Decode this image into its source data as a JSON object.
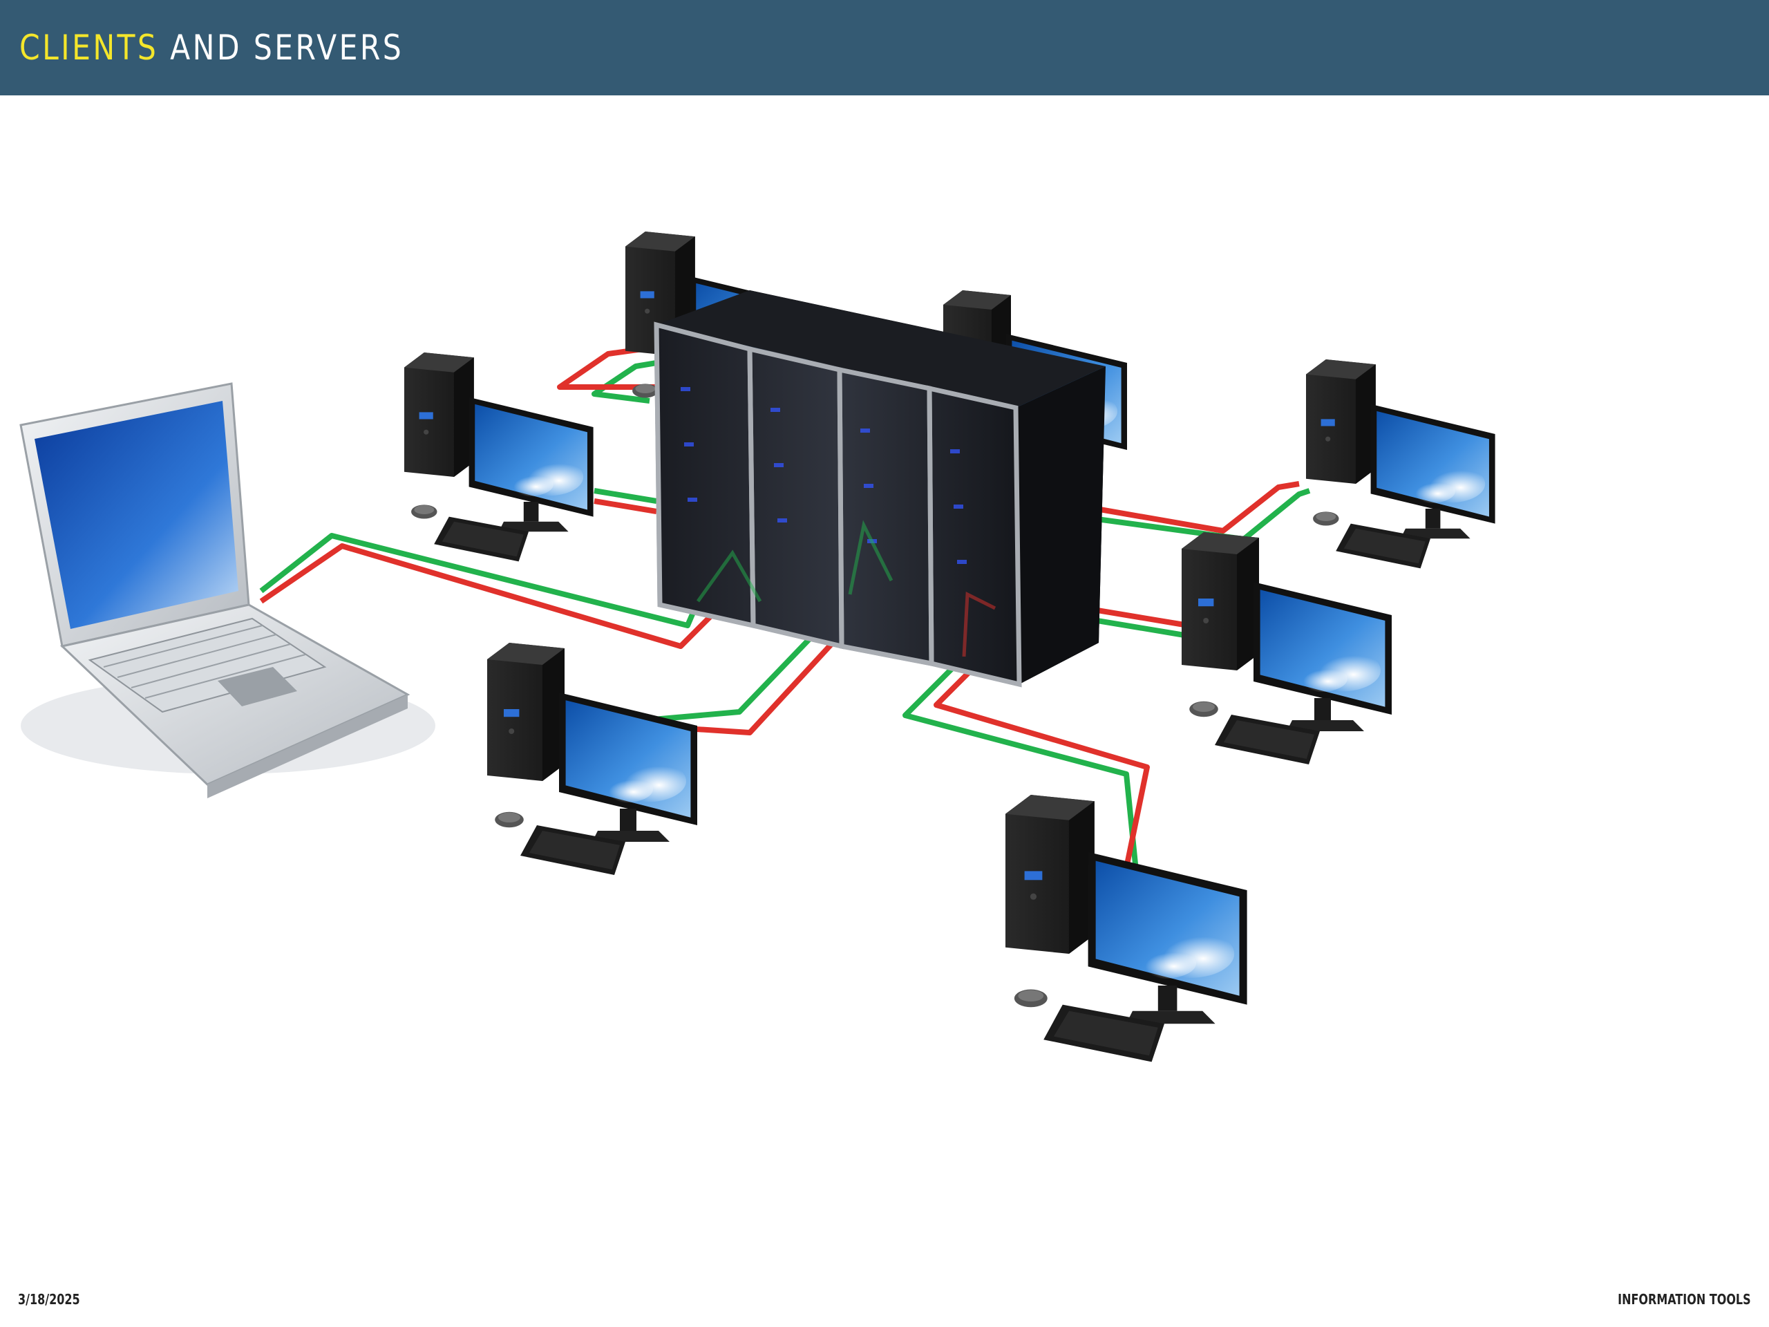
{
  "header": {
    "title_accent": "CLIENTS",
    "title_rest": " AND SERVERS",
    "accent_color": "#f4e62b",
    "bar_color": "#345a73"
  },
  "illustration": {
    "subject": "server rack connected to client workstations and a laptop",
    "link_colors": {
      "uplink": "#22b24c",
      "downlink": "#e0312b"
    },
    "icons": [
      "server-rack-icon",
      "desktop-computer-icon",
      "laptop-icon",
      "keyboard-icon",
      "mouse-icon",
      "monitor-icon"
    ]
  },
  "footer": {
    "date": "3/18/2025",
    "section": "INFORMATION TOOLS"
  }
}
